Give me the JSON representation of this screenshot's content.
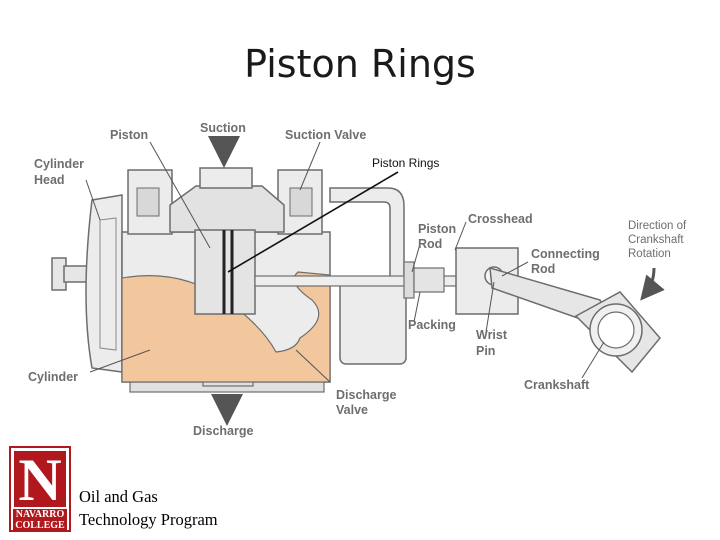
{
  "title": "Piston Rings",
  "labels": {
    "piston": "Piston",
    "suction": "Suction",
    "suction_valve": "Suction Valve",
    "piston_rings": "Piston Rings",
    "cylinder_head_1": "Cylinder",
    "cylinder_head_2": "Head",
    "crosshead": "Crosshead",
    "piston_rod_1": "Piston",
    "piston_rod_2": "Rod",
    "direction_1": "Direction of",
    "direction_2": "Crankshaft",
    "direction_3": "Rotation",
    "connecting_rod_1": "Connecting",
    "connecting_rod_2": "Rod",
    "packing": "Packing",
    "wrist_pin_1": "Wrist",
    "wrist_pin_2": "Pin",
    "cylinder": "Cylinder",
    "crankshaft": "Crankshaft",
    "discharge_valve_1": "Discharge",
    "discharge_valve_2": "Valve",
    "discharge": "Discharge"
  },
  "logo": {
    "letter": "N",
    "line1": "NAVARRO",
    "line2": "COLLEGE"
  },
  "footer": {
    "line1": "Oil and Gas",
    "line2": "Technology Program"
  },
  "colors": {
    "metal_fill": "#e9e9e9",
    "metal_stroke": "#6d6d6d",
    "cutaway": "#f2c79d",
    "logo_red": "#b0181e"
  }
}
